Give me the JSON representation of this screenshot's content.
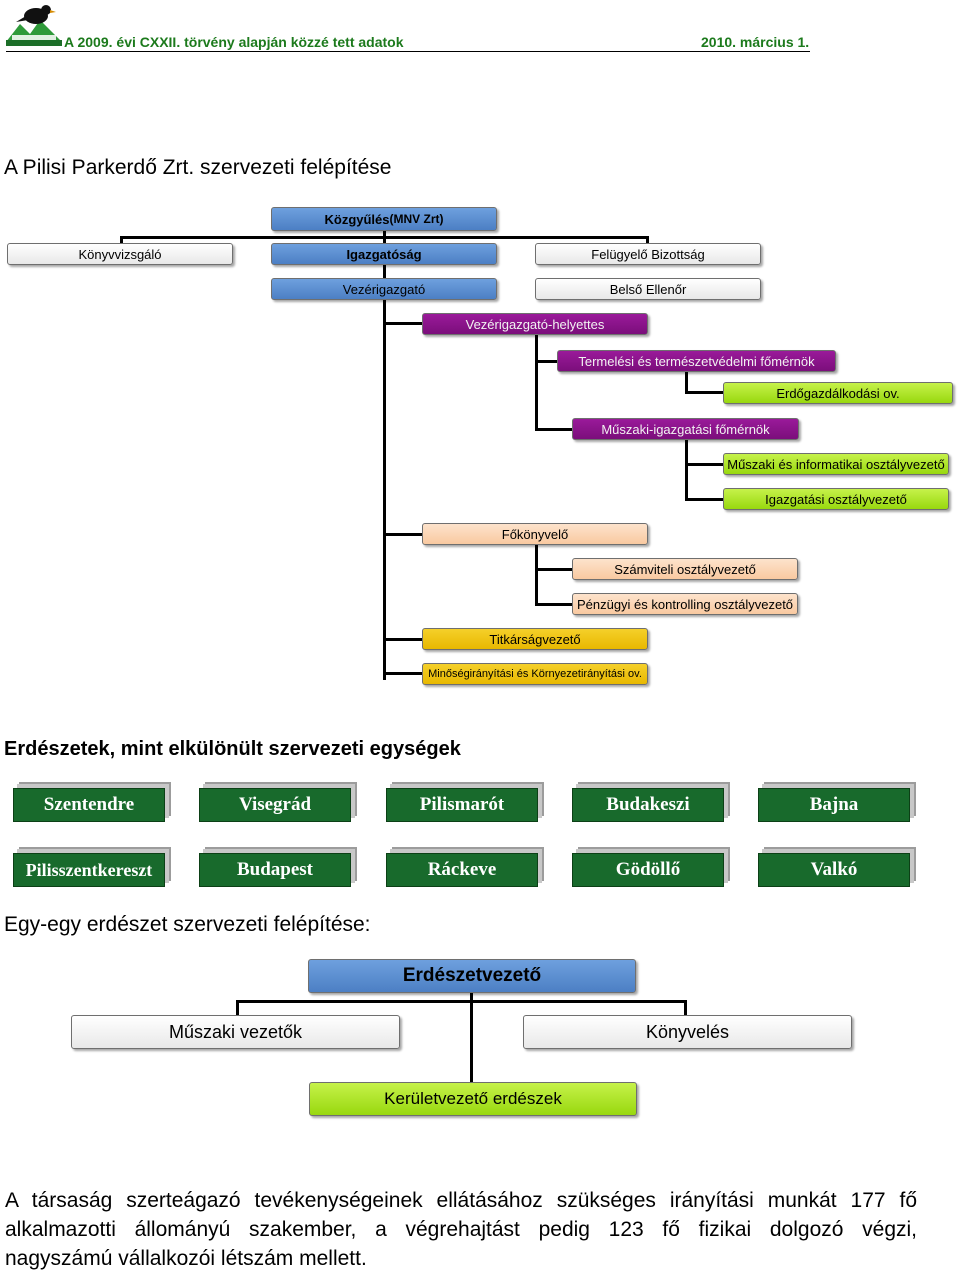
{
  "header": {
    "left_text": "A 2009. évi CXXII. törvény alapján közzé tett adatok",
    "right_text": "2010. március 1."
  },
  "section_titles": {
    "org_structure": "A Pilisi Parkerdő Zrt. szervezeti felépítése",
    "units": "Erdészetek, mint elkülönült szervezeti egységek",
    "unit_structure": "Egy-egy erdészet szervezeti felépítése:"
  },
  "org_chart": {
    "kozgyules": {
      "bold": "Közgyűlés",
      "rest": " (MNV Zrt)"
    },
    "konyvvizsgalo": "Könyvvizsgáló",
    "igazgatosag": "Igazgatóság",
    "felugyelo": "Felügyelő Bizottság",
    "vezerigazgato": "Vezérigazgató",
    "belso_ellenor": "Belső Ellenőr",
    "vezerigazgato_helyettes": "Vezérigazgató-helyettes",
    "termelesi": "Termelési és természetvédelmi főmérnök",
    "erdogazdalkodasi": "Erdőgazdálkodási ov.",
    "muszaki_igazgatasi": "Műszaki-igazgatási főmérnök",
    "muszaki_informatikai": "Műszaki és informatikai osztályvezető",
    "igazgatasi": "Igazgatási osztályvezető",
    "fokonyvelo": "Főkönyvelő",
    "szamviteli": "Számviteli osztályvezető",
    "penzugyi": "Pénzügyi és kontrolling osztályvezető",
    "titkarsag": "Titkárságvezető",
    "minosegiranyitasi": "Minőségirányítási és Környezetirányítási ov."
  },
  "units": [
    "Szentendre",
    "Visegrád",
    "Pilismarót",
    "Budakeszi",
    "Bajna",
    "Pilisszentkereszt",
    "Budapest",
    "Ráckeve",
    "Gödöllő",
    "Valkó"
  ],
  "unit_chart": {
    "erdeszetvezeto": "Erdészetvezető",
    "muszaki_vezetok": "Műszaki vezetők",
    "konyveles": "Könyvelés",
    "keruletvezeto": "Kerületvezető erdészek"
  },
  "paragraph": {
    "line1": "A társaság szerteágazó tevékenységeinek ellátásához szükséges irányítási munkát 177 fő",
    "line2": "alkalmazotti állományú szakember, a végrehajtást pedig 123 fő fizikai dolgozó végzi,",
    "line3": "nagyszámú vállalkozói létszám mellett."
  },
  "colors": {
    "blue": "#5a8ed3",
    "purple": "#86128a",
    "green": "#a6e21c",
    "peach": "#fbd6b4",
    "gold": "#eec312",
    "unit_green": "#186a2c",
    "header_green": "#1c7a1c"
  }
}
